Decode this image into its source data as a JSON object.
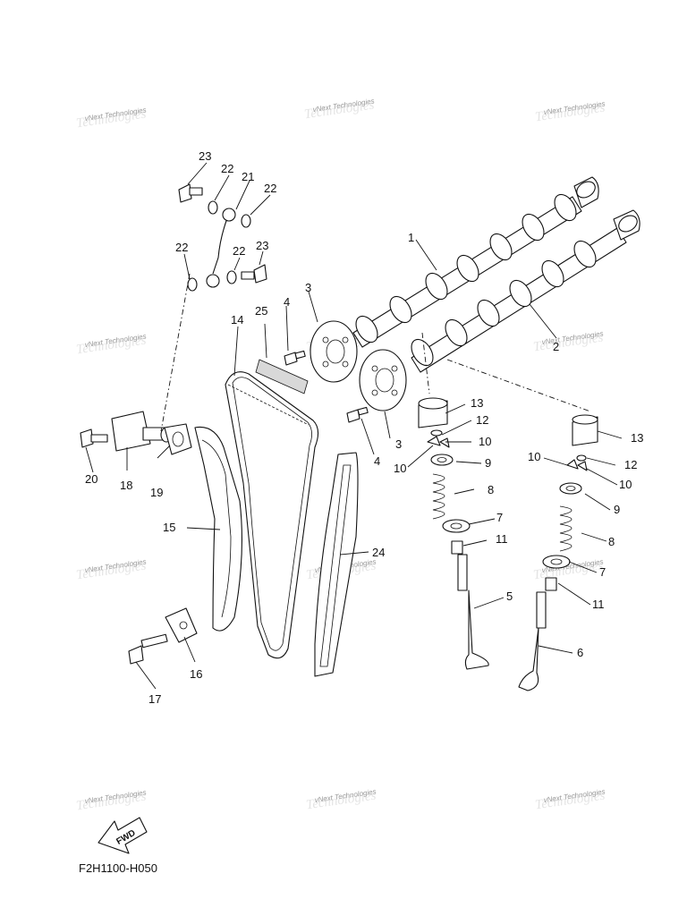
{
  "diagram_code": "F2H1100-H050",
  "fwd_label": "FWD",
  "watermark": {
    "text": "vNext Technologies",
    "count": 12
  },
  "callouts": [
    "1",
    "2",
    "3",
    "3",
    "4",
    "4",
    "5",
    "6",
    "7",
    "7",
    "8",
    "8",
    "9",
    "9",
    "10",
    "10",
    "10",
    "10",
    "11",
    "11",
    "12",
    "12",
    "13",
    "13",
    "14",
    "15",
    "16",
    "17",
    "18",
    "19",
    "20",
    "21",
    "22",
    "22",
    "22",
    "22",
    "23",
    "23",
    "24",
    "25"
  ]
}
